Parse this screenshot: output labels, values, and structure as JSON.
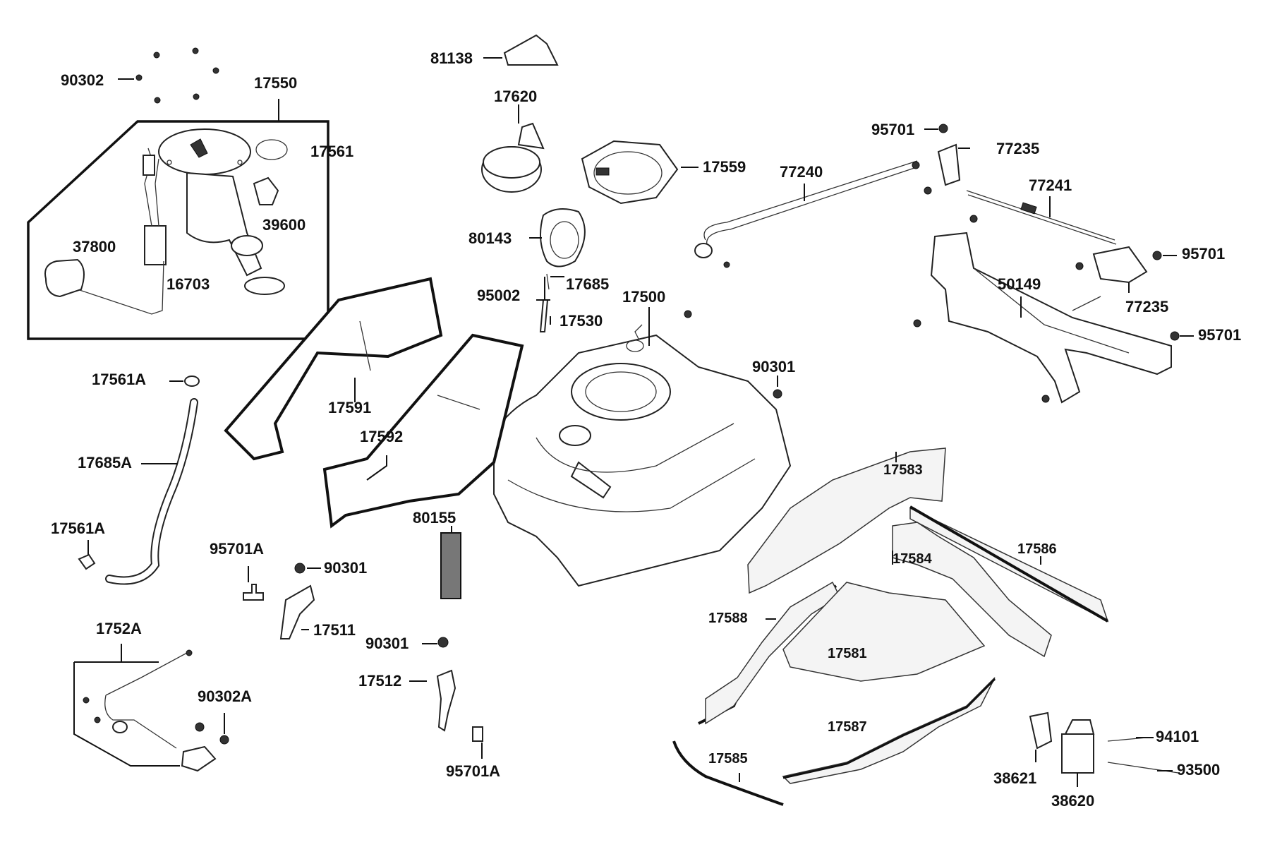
{
  "labels": {
    "p90302": "90302",
    "p17550": "17550",
    "p17561": "17561",
    "p39600": "39600",
    "p37800": "37800",
    "p16703": "16703",
    "p81138": "81138",
    "p17620": "17620",
    "p17559": "17559",
    "p80143": "80143",
    "p95002": "95002",
    "p17685": "17685",
    "p17530": "17530",
    "p17500": "17500",
    "p95701_top": "95701",
    "p77235_top": "77235",
    "p77240": "77240",
    "p77241": "77241",
    "p95701_right1": "95701",
    "p50149": "50149",
    "p77235_bottom": "77235",
    "p95701_right2": "95701",
    "p90301_center": "90301",
    "p17561A_top": "17561A",
    "p17591": "17591",
    "p17592": "17592",
    "p17685A": "17685A",
    "p17583": "17583",
    "p17561A_bottom": "17561A",
    "p80155": "80155",
    "p95701A_top": "95701A",
    "p90301_mid": "90301",
    "p17584": "17584",
    "p17586": "17586",
    "p17511": "17511",
    "p17588": "17588",
    "p1752A": "1752A",
    "p90301_low": "90301",
    "p17581": "17581",
    "p17512": "17512",
    "p90302A": "90302A",
    "p17587": "17587",
    "p94101": "94101",
    "p17585": "17585",
    "p93500": "93500",
    "p95701A_bottom": "95701A",
    "p38621": "38621",
    "p38620": "38620"
  }
}
